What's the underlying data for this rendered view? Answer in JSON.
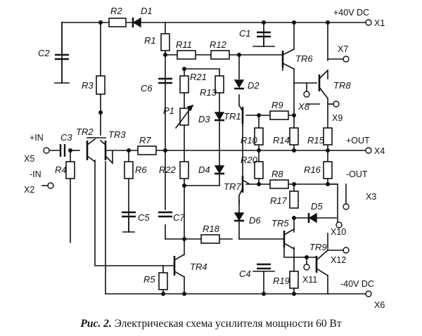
{
  "caption": {
    "label": "Рис. 2.",
    "text": "Электрическая схема усилителя мощности 60 Вт"
  },
  "components": {
    "R1": "R1",
    "R2": "R2",
    "R3": "R3",
    "R4": "R4",
    "R5": "R5",
    "R6": "R6",
    "R7": "R7",
    "R8": "R8",
    "R9": "R9",
    "R10": "R10",
    "R11": "R11",
    "R12": "R12",
    "R13": "R13",
    "R14": "R14",
    "R15": "R15",
    "R16": "R16",
    "R17": "R17",
    "R18": "R18",
    "R19": "R19",
    "R20": "R20",
    "R21": "R21",
    "R22": "R22",
    "C1": "C1",
    "C2": "C2",
    "C3": "C3",
    "C4": "C4",
    "C5": "C5",
    "C6": "C6",
    "C7": "C7",
    "D1": "D1",
    "D2": "D2",
    "D3": "D3",
    "D4": "D4",
    "D5": "D5",
    "D6": "D6",
    "P1": "P1",
    "TR1": "TR1",
    "TR2": "TR2",
    "TR3": "TR3",
    "TR4": "TR4",
    "TR5": "TR5",
    "TR6": "TR6",
    "TR7": "TR7",
    "TR8": "TR8",
    "TR9": "TR9"
  },
  "terminals": {
    "X1": "X1",
    "X2": "X2",
    "X3": "X3",
    "X4": "X4",
    "X5": "X5",
    "X6": "X6",
    "X7": "X7",
    "X8": "X8",
    "X9": "X9",
    "X10": "X10",
    "X11": "X11",
    "X12": "X12"
  },
  "net_labels": {
    "pos_supply": "+40V DC",
    "neg_supply": "-40V DC",
    "pos_in": "+IN",
    "neg_in": "-IN",
    "pos_out": "+OUT",
    "neg_out": "-OUT"
  }
}
